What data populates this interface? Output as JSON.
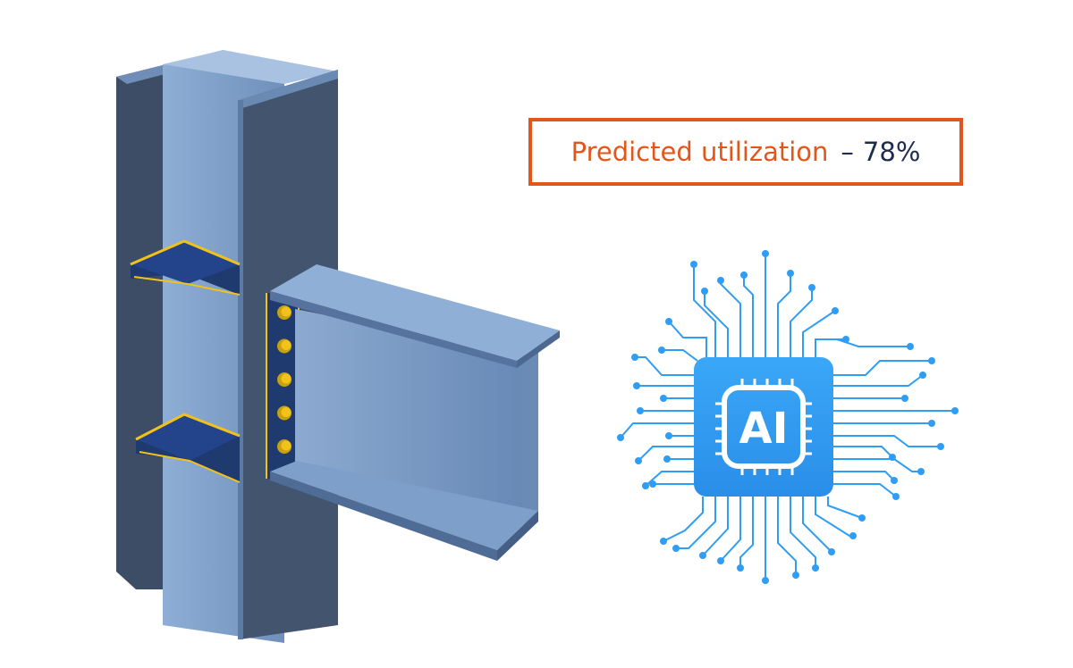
{
  "result": {
    "label": "Predicted utilization",
    "separator": "–",
    "value": "78%",
    "accent_color": "#e2561c",
    "value_color": "#1e2a4e"
  },
  "ai_chip": {
    "text": "AI",
    "icon": "ai-chip-circuit-icon",
    "color": "#2f9df4"
  },
  "model": {
    "icon": "steel-beam-column-connection",
    "steel_color": "#7b9cc6",
    "dark_steel_color": "#3d4d66",
    "stiffener_color": "#1e3a6e",
    "weld_color": "#f2c21b",
    "bolt_count": 5
  }
}
